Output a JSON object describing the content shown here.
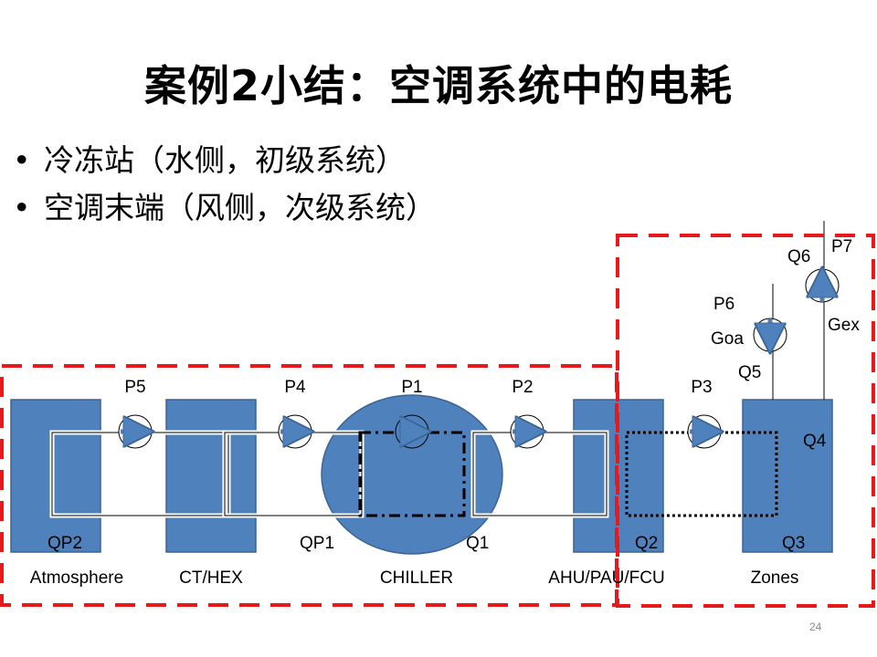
{
  "slide": {
    "title": "案例2小结：空调系统中的电耗",
    "bullets": [
      {
        "marker": "•",
        "text": "冷冻站（水侧，初级系统）"
      },
      {
        "marker": "•",
        "text": "空调末端（风侧，次级系统）"
      }
    ],
    "page_number": "24"
  },
  "diagram": {
    "components": [
      {
        "id": "atmosphere",
        "name": "Atmosphere",
        "heat": "QP2"
      },
      {
        "id": "ct-hex",
        "name": "CT/HEX",
        "heat": ""
      },
      {
        "id": "chiller",
        "name": "CHILLER",
        "heat_left": "QP1",
        "heat_right": "Q1"
      },
      {
        "id": "ahu",
        "name": "AHU/PAU/FCU",
        "heat": "Q2"
      },
      {
        "id": "zones",
        "name": "Zones",
        "heat": "Q3",
        "heat_internal": "Q4"
      }
    ],
    "pumps": [
      "P5",
      "P4",
      "P1",
      "P2",
      "P3"
    ],
    "fans": {
      "outdoor_air": {
        "power": "P6",
        "flow": "Goa",
        "heat": "Q5"
      },
      "exhaust": {
        "power": "P7",
        "flow": "Gex",
        "heat": "Q6"
      }
    },
    "colors": {
      "block_fill": "#4f81bd",
      "block_stroke": "#3a6496",
      "boundary": "#e8191a",
      "pump_arrow": "#4f81bd"
    }
  }
}
